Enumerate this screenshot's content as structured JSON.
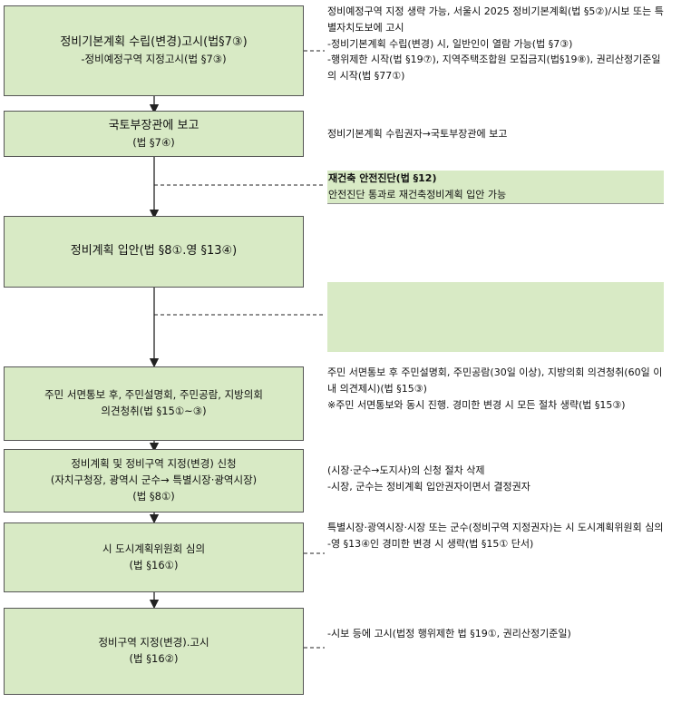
{
  "flow": [
    {
      "line1": "정비기본계획 수립(변경)고시(법§7③)",
      "line2": "-정비예정구역 지정고시(법 §7③)"
    },
    {
      "line1": "국토부장관에 보고",
      "line2": "(법 §7④)"
    },
    {
      "line1": "정비계획 입안(법 §8①.영 §13④)",
      "line2": ""
    },
    {
      "line1": "주민 서면통보 후, 주민설명회, 주민공람, 지방의회",
      "line2": "의견청취(법 §15①~③)"
    },
    {
      "line1": "정비계획 및 정비구역 지정(변경) 신청",
      "line2": "(자치구청장, 광역시 군수→ 특별시장·광역시장)",
      "line3": "(법 §8①)"
    },
    {
      "line1": "시 도시계획위원회 심의",
      "line2": "(법 §16①)"
    },
    {
      "line1": "정비구역 지정(변경).고시",
      "line2": "(법 §16②)"
    }
  ],
  "notes": {
    "n1": "정비예정구역 지정 생략 가능, 서울시 2025 정비기본계획(법 §5②)/시보 또는 특별자치도보에 고시\n-정비기본계획 수립(변경) 시, 일반인이 열람 가능(법 §7③)\n-행위제한 시작(법 §19⑦), 지역주택조합원 모집금지(법§19⑧), 권리산정기준일의 시작(법 §77①)",
    "n2": "정비기본계획 수립권자→국토부장관에 보고",
    "n3_title": "재건축 안전진단(법 §12)",
    "n3_body": "안전진단 통과로 재건축정비계획 입안 가능",
    "n4": "주민 서면통보 후 주민설명회, 주민공람(30일 이상), 지방의회 의견청취(60일 이내 의견제시)(법 §15③)\n※주민 서면통보와 동시 진행. 경미한 변경 시 모든 절차 생략(법 §15③)",
    "n5": "(시장·군수→도지사)의 신청 절차 삭제\n-시장, 군수는 정비계획 입안권자이면서 결정권자",
    "n6": "특별시장·광역시장·시장 또는 군수(정비구역 지정권자)는 시 도시계획위원회 심의\n-영 §13④인 경미한 변경 시 생략(법 §15① 단서)",
    "n7": "-시보 등에 고시(법정 행위제한 법 §19①, 권리산정기준일)"
  },
  "colors": {
    "box_fill": "#d8eac5",
    "border": "#555555",
    "line": "#222222"
  }
}
